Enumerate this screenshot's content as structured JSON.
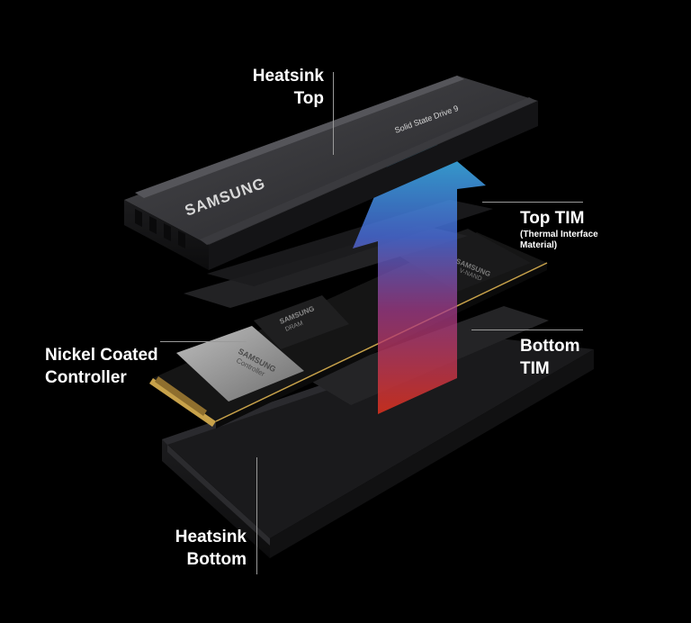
{
  "brand": {
    "logo_text": "SAMSUNG",
    "drive_text": "Solid State Drive 9",
    "dram_chip_brand": "SAMSUNG",
    "dram_chip_text": "DRAM",
    "controller_chip_brand": "SAMSUNG",
    "controller_chip_text": "Controller",
    "nand_chip_brand": "SAMSUNG",
    "nand_chip_text": "V-NAND"
  },
  "labels": {
    "heatsink_top_line1": "Heatsink",
    "heatsink_top_line2": "Top",
    "top_tim_line1": "Top TIM",
    "top_tim_sub1": "(Thermal Interface",
    "top_tim_sub2": "Material)",
    "bottom_tim_line1": "Bottom",
    "bottom_tim_line2": "TIM",
    "controller_line1": "Nickel Coated",
    "controller_line2": "Controller",
    "heatsink_bottom_line1": "Heatsink",
    "heatsink_bottom_line2": "Bottom"
  },
  "colors": {
    "background": "#000000",
    "label_text": "#ffffff",
    "leader_line": "#9a9a9a",
    "heat_arrow_top": "#35c8f0",
    "heat_arrow_bottom": "#e0321e",
    "heatsink_body": "#2a2a2d",
    "tim_pad": "#1d1d1f",
    "pcb": "#121212",
    "gold_contacts": "#c8a24a"
  }
}
